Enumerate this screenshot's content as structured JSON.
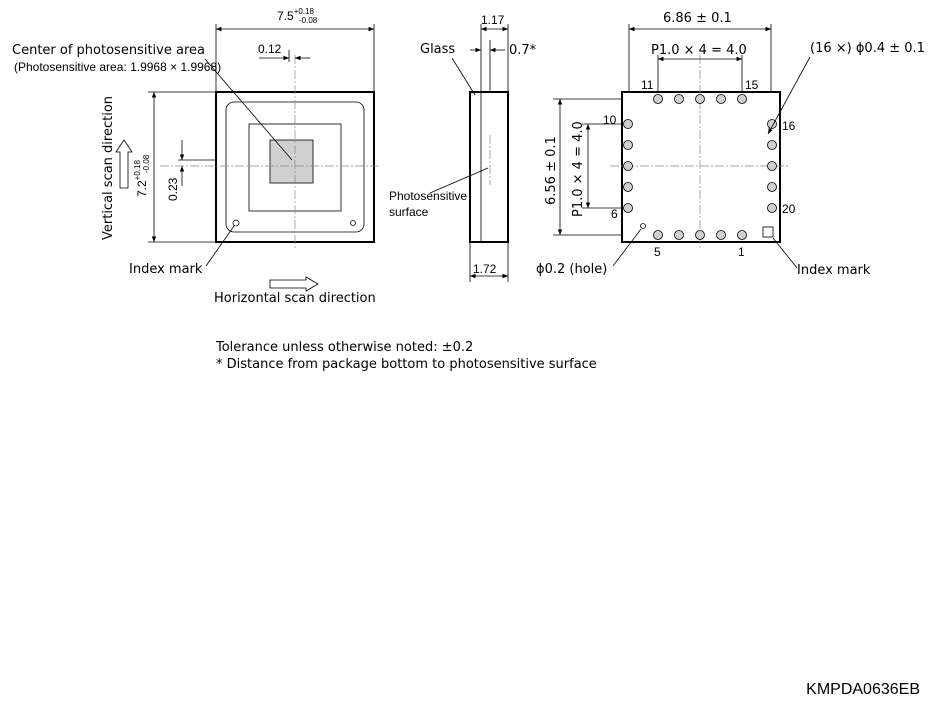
{
  "front_view": {
    "width_main": "7.5",
    "width_tol_upper": "+0.18",
    "width_tol_lower": "-0.08",
    "height_main": "7.2",
    "height_tol_upper": "+0.18",
    "height_tol_lower": "-0.08",
    "center_offset_x": "0.12",
    "center_offset_y": "0.23",
    "center_label": "Center of photosensitive area",
    "area_note": "(Photosensitive area: 1.9968 × 1.9968)",
    "vertical_scan_label": "Vertical scan direction",
    "horizontal_scan_label": "Horizontal scan direction",
    "index_mark_label": "Index mark"
  },
  "side_view": {
    "width": "1.17",
    "glass_label": "Glass",
    "distance": "0.7*",
    "surface_label_line1": "Photosensitive",
    "surface_label_line2": "surface",
    "thickness": "1.72"
  },
  "bottom_view": {
    "width": "6.86 ± 0.1",
    "pitch_horizontal": "P1.0 × 4 = 4.0",
    "pin_diameter": "(16 ×) ϕ0.4 ± 0.1",
    "height": "6.56 ± 0.1",
    "pitch_vertical": "P1.0 × 4 = 4.0",
    "pin_11": "11",
    "pin_15": "15",
    "pin_10": "10",
    "pin_16": "16",
    "pin_6": "6",
    "pin_20": "20",
    "pin_5": "5",
    "pin_1": "1",
    "hole_label": "ϕ0.2 (hole)",
    "index_mark_label": "Index mark"
  },
  "notes": {
    "tolerance": "Tolerance unless otherwise noted: ±0.2",
    "footnote": "* Distance from package bottom to photosensitive surface"
  },
  "drawing_code": "KMPDA0636EB"
}
